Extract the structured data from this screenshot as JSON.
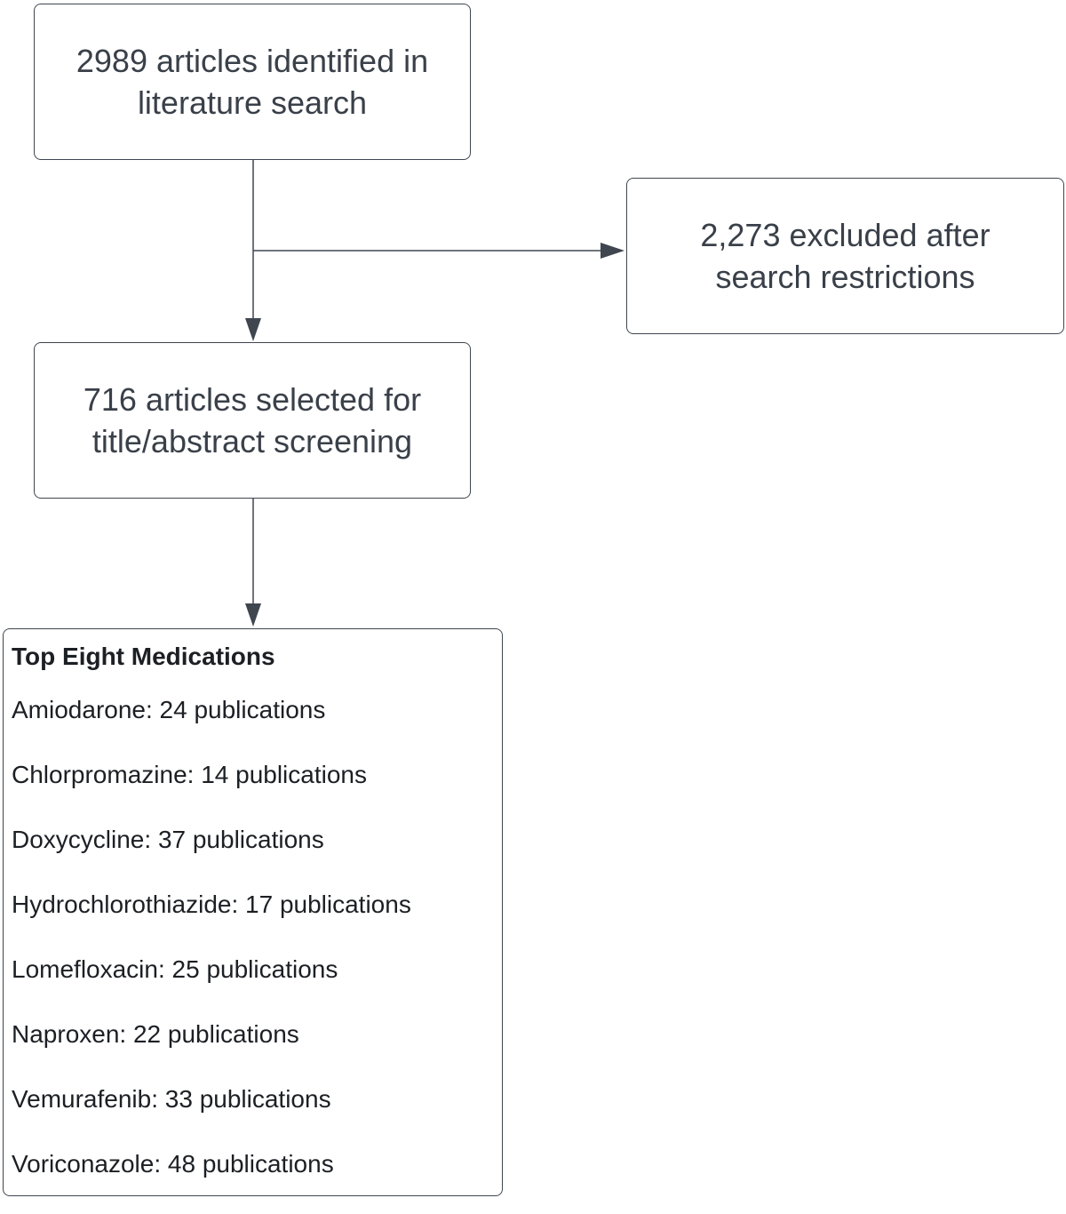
{
  "flow": {
    "search": {
      "line1": "2989 articles identified in",
      "line2": "literature search"
    },
    "excluded": {
      "line1": "2,273 excluded after",
      "line2": "search restrictions"
    },
    "screening": {
      "line1": "716 articles selected for",
      "line2": "title/abstract screening"
    }
  },
  "medications": {
    "title": "Top Eight Medications",
    "items": [
      "Amiodarone: 24 publications",
      "Chlorpromazine: 14 publications",
      "Doxycycline: 37 publications",
      "Hydrochlorothiazide: 17 publications",
      "Lomefloxacin: 25 publications",
      "Naproxen: 22 publications",
      "Vemurafenib: 33 publications",
      "Voriconazole: 48 publications"
    ]
  },
  "colors": {
    "line": "#3f4650",
    "text": "#3a4049",
    "list_text": "#1c1f24"
  }
}
